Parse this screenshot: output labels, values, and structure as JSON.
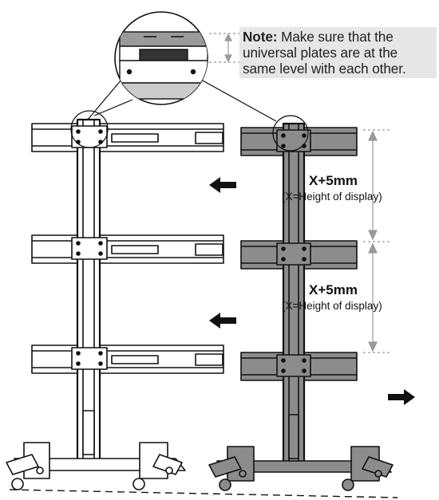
{
  "note": {
    "heading": "Note:",
    "text": "Make sure that the universal plates are at the same level with each other."
  },
  "dimensions": [
    {
      "value": "X+5mm",
      "definition": "(X=Height of display)"
    },
    {
      "value": "X+5mm",
      "definition": "(X=Height of display)"
    }
  ],
  "arrows": [
    {
      "icon": "arrow-left-icon",
      "direction": "left"
    },
    {
      "icon": "arrow-left-icon",
      "direction": "left"
    },
    {
      "icon": "arrow-right-icon",
      "direction": "right"
    }
  ],
  "colors": {
    "stand_left_fill": "#ffffff",
    "stand_right_fill": "#8c8c8c",
    "outline": "#111111",
    "note_background": "#e6e6e6",
    "dimension_line": "#9a9a9a"
  }
}
